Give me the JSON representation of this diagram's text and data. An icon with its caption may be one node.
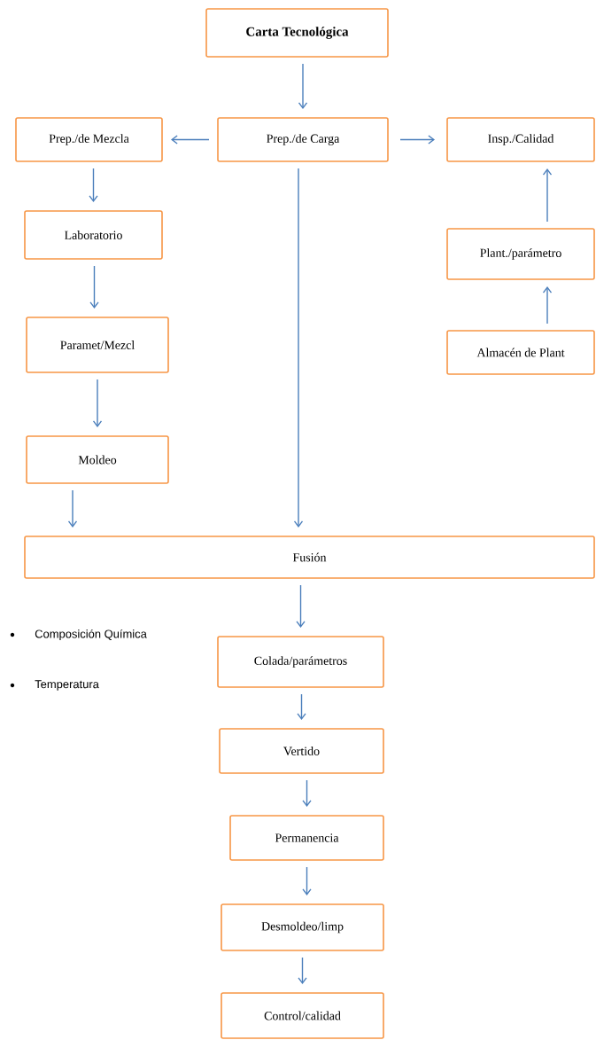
{
  "diagram": {
    "nodes": [
      {
        "text": [
          "Carta Tecnológica"
        ]
      },
      {
        "text": [
          "Prep./de Carga"
        ]
      },
      {
        "text": [
          "Prep./de Mezcla"
        ]
      },
      {
        "text": [
          "Insp./Calidad"
        ]
      },
      {
        "text": [
          "Laboratorio"
        ]
      },
      {
        "text": [
          "Plant./parámetro"
        ]
      },
      {
        "text": [
          "Paramet/Mezcl"
        ]
      },
      {
        "text": [
          "Almacén de Plant"
        ]
      },
      {
        "text": [
          "Moldeo"
        ]
      },
      {
        "text": [
          "Fusión"
        ]
      },
      {
        "text": [
          "Colada/parámetros"
        ]
      },
      {
        "text": [
          "Vertido"
        ]
      },
      {
        "text": [
          "Permanencia"
        ]
      },
      {
        "text": [
          "Desmoldeo/limp"
        ]
      },
      {
        "text": [
          "Control/calidad"
        ]
      }
    ],
    "edges": [
      {
        "from": 0,
        "to": 1,
        "arrow": "to"
      },
      {
        "from": 1,
        "to": 2,
        "arrow": "to"
      },
      {
        "from": 1,
        "to": 3,
        "arrow": "to"
      },
      {
        "from": 2,
        "to": 4,
        "arrow": "to"
      },
      {
        "from": 4,
        "to": 6,
        "arrow": "to"
      },
      {
        "from": 6,
        "to": 8,
        "arrow": "to"
      },
      {
        "from": 8,
        "to": 9,
        "arrow": "to"
      },
      {
        "from": 1,
        "to": 9,
        "arrow": "to"
      },
      {
        "from": 7,
        "to": 5,
        "arrow": "to"
      },
      {
        "from": 5,
        "to": 3,
        "arrow": "to"
      },
      {
        "from": 9,
        "to": 10,
        "arrow": "to"
      },
      {
        "from": 10,
        "to": 11,
        "arrow": "to"
      },
      {
        "from": 11,
        "to": 12,
        "arrow": "to"
      },
      {
        "from": 12,
        "to": 13,
        "arrow": "to"
      },
      {
        "from": 13,
        "to": 14,
        "arrow": "to"
      }
    ],
    "labels": [
      "Composición Química",
      "Temperatura"
    ]
  }
}
